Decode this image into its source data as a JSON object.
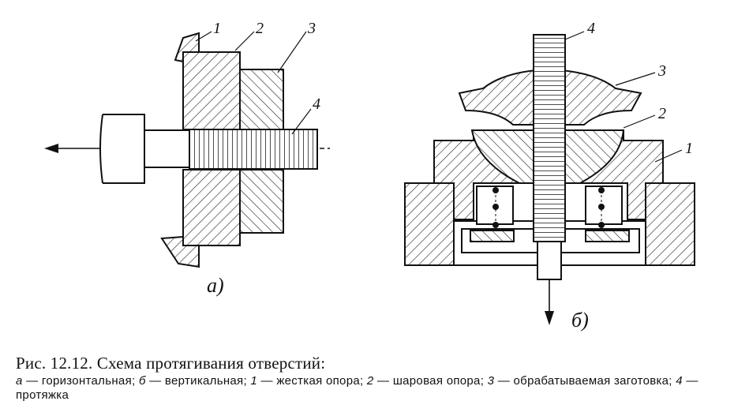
{
  "figure": {
    "left_callouts": [
      "1",
      "2",
      "3",
      "4"
    ],
    "right_callouts": [
      "4",
      "3",
      "2",
      "1"
    ],
    "subfigure_a": "а)",
    "subfigure_b": "б)"
  },
  "caption": {
    "title": "Рис. 12.12. Схема протягивания отверстий:",
    "legend": [
      {
        "key": "а",
        "text": " — горизонтальная; "
      },
      {
        "key": "б",
        "text": " — вертикальная; "
      },
      {
        "key": "1",
        "text": " — жесткая опора; "
      },
      {
        "key": "2",
        "text": " — шаровая опора; "
      },
      {
        "key": "3",
        "text": " — обрабатываемая заготовка; "
      },
      {
        "key": "4",
        "text": " — протяжка"
      }
    ]
  }
}
